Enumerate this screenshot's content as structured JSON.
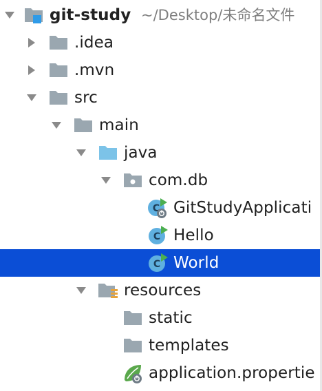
{
  "project": {
    "name": "git-study",
    "path": "~/Desktop/未命名文件"
  },
  "nodes": [
    {
      "label": "git-study",
      "icon": "project-module-icon",
      "expanded": true
    },
    {
      "label": ".idea",
      "icon": "folder-icon",
      "expanded": false
    },
    {
      "label": ".mvn",
      "icon": "folder-icon",
      "expanded": false
    },
    {
      "label": "src",
      "icon": "folder-icon",
      "expanded": true
    },
    {
      "label": "main",
      "icon": "folder-icon",
      "expanded": true
    },
    {
      "label": "java",
      "icon": "source-folder-icon",
      "expanded": true
    },
    {
      "label": "com.db",
      "icon": "package-icon",
      "expanded": true
    },
    {
      "label": "GitStudyApplicati",
      "icon": "spring-boot-class-icon"
    },
    {
      "label": "Hello",
      "icon": "java-class-icon"
    },
    {
      "label": "World",
      "icon": "java-class-icon",
      "selected": true
    },
    {
      "label": "resources",
      "icon": "resources-folder-icon",
      "expanded": true
    },
    {
      "label": "static",
      "icon": "folder-icon"
    },
    {
      "label": "templates",
      "icon": "folder-icon"
    },
    {
      "label": "application.propertie",
      "icon": "spring-properties-icon"
    }
  ],
  "colors": {
    "selection": "#0b4ed6",
    "folder": "#9aa7b0",
    "source_folder": "#7cc3e8",
    "class_circle": "#5fb0e0",
    "spring_green": "#5aa84c"
  }
}
